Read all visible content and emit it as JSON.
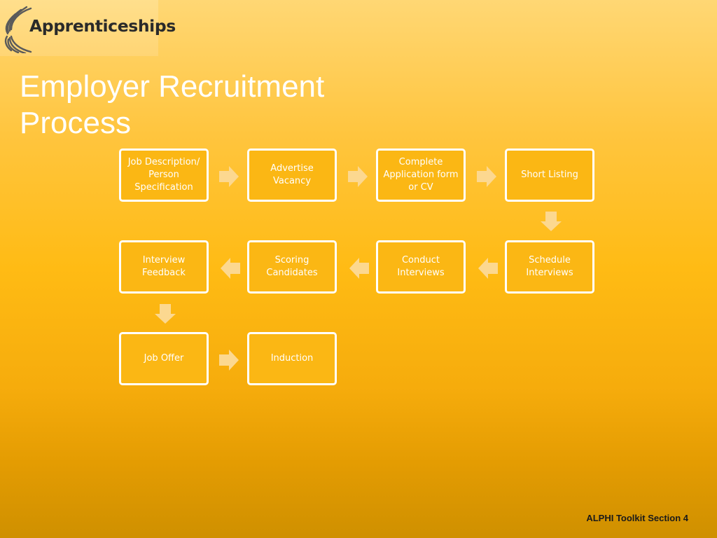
{
  "header": {
    "logo_text": "Apprenticeships"
  },
  "slide": {
    "title_line1": "Employer Recruitment",
    "title_line2": "Process"
  },
  "steps": [
    {
      "label_line1": "Job Description/",
      "label_line2": "Person",
      "label_line3": "Specification"
    },
    {
      "label_line1": "Advertise",
      "label_line2": "Vacancy"
    },
    {
      "label_line1": "Complete",
      "label_line2": "Application form",
      "label_line3": "or CV"
    },
    {
      "label_line1": "Short Listing"
    },
    {
      "label_line1": "Schedule",
      "label_line2": "Interviews"
    },
    {
      "label_line1": "Conduct",
      "label_line2": "Interviews"
    },
    {
      "label_line1": "Scoring",
      "label_line2": "Candidates"
    },
    {
      "label_line1": "Interview",
      "label_line2": "Feedback"
    },
    {
      "label_line1": "Job Offer"
    },
    {
      "label_line1": "Induction"
    }
  ],
  "footer": {
    "text": "ALPHI Toolkit Section 4"
  },
  "colors": {
    "box_fill": "#fbb714",
    "box_border": "#ffffff",
    "arrow_fill": "#fcd890",
    "title_text": "#ffffff",
    "logo_mark": "#5a5a5a"
  },
  "icons": {
    "logo": "apprenticeships-swirl-icon",
    "connector": "block-arrow-icon"
  }
}
